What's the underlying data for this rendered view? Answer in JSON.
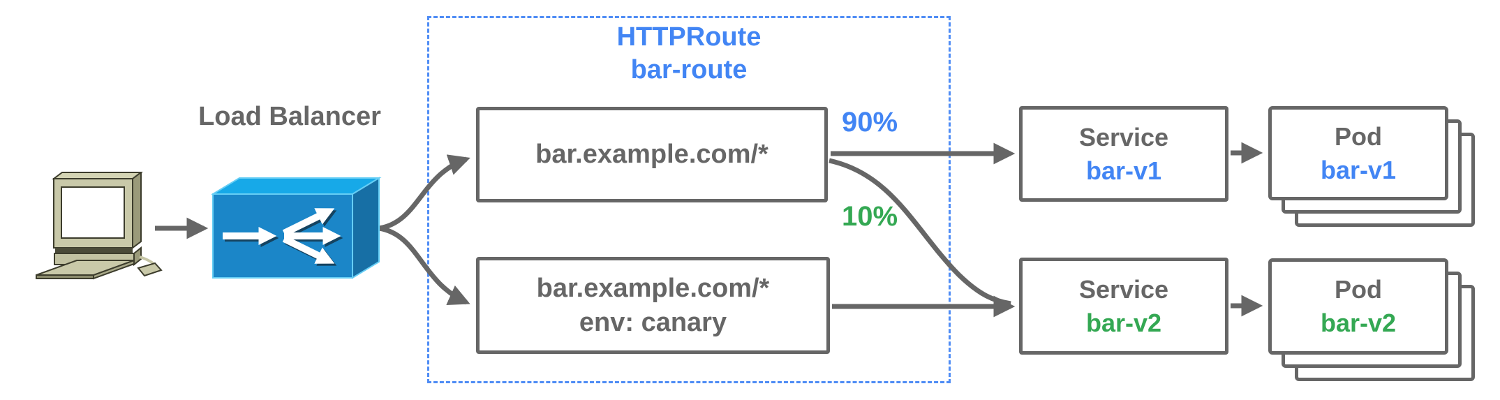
{
  "load_balancer": {
    "label": "Load Balancer"
  },
  "httproute": {
    "kind": "HTTPRoute",
    "name": "bar-route"
  },
  "routes": [
    {
      "match": "bar.example.com/*",
      "weight": "90%",
      "weight_color": "#4285f4"
    },
    {
      "match": "bar.example.com/*",
      "header_match": "env: canary",
      "weight": "10%",
      "weight_color": "#34a853"
    }
  ],
  "services": [
    {
      "kind": "Service",
      "name": "bar-v1",
      "name_color": "#4285f4"
    },
    {
      "kind": "Service",
      "name": "bar-v2",
      "name_color": "#34a853"
    }
  ],
  "pods": [
    {
      "kind": "Pod",
      "name": "bar-v1",
      "name_color": "#4285f4"
    },
    {
      "kind": "Pod",
      "name": "bar-v2",
      "name_color": "#34a853"
    }
  ],
  "colors": {
    "line_gray": "#666666",
    "accent_blue": "#4285f4",
    "accent_green": "#34a853",
    "dashed_border_blue": "#4e8cf5",
    "lb_front_blue": "#1b86c8",
    "lb_top_blue": "#17a9e8",
    "lb_side_blue": "#176fa5",
    "computer_beige": "#c9c9a9"
  }
}
